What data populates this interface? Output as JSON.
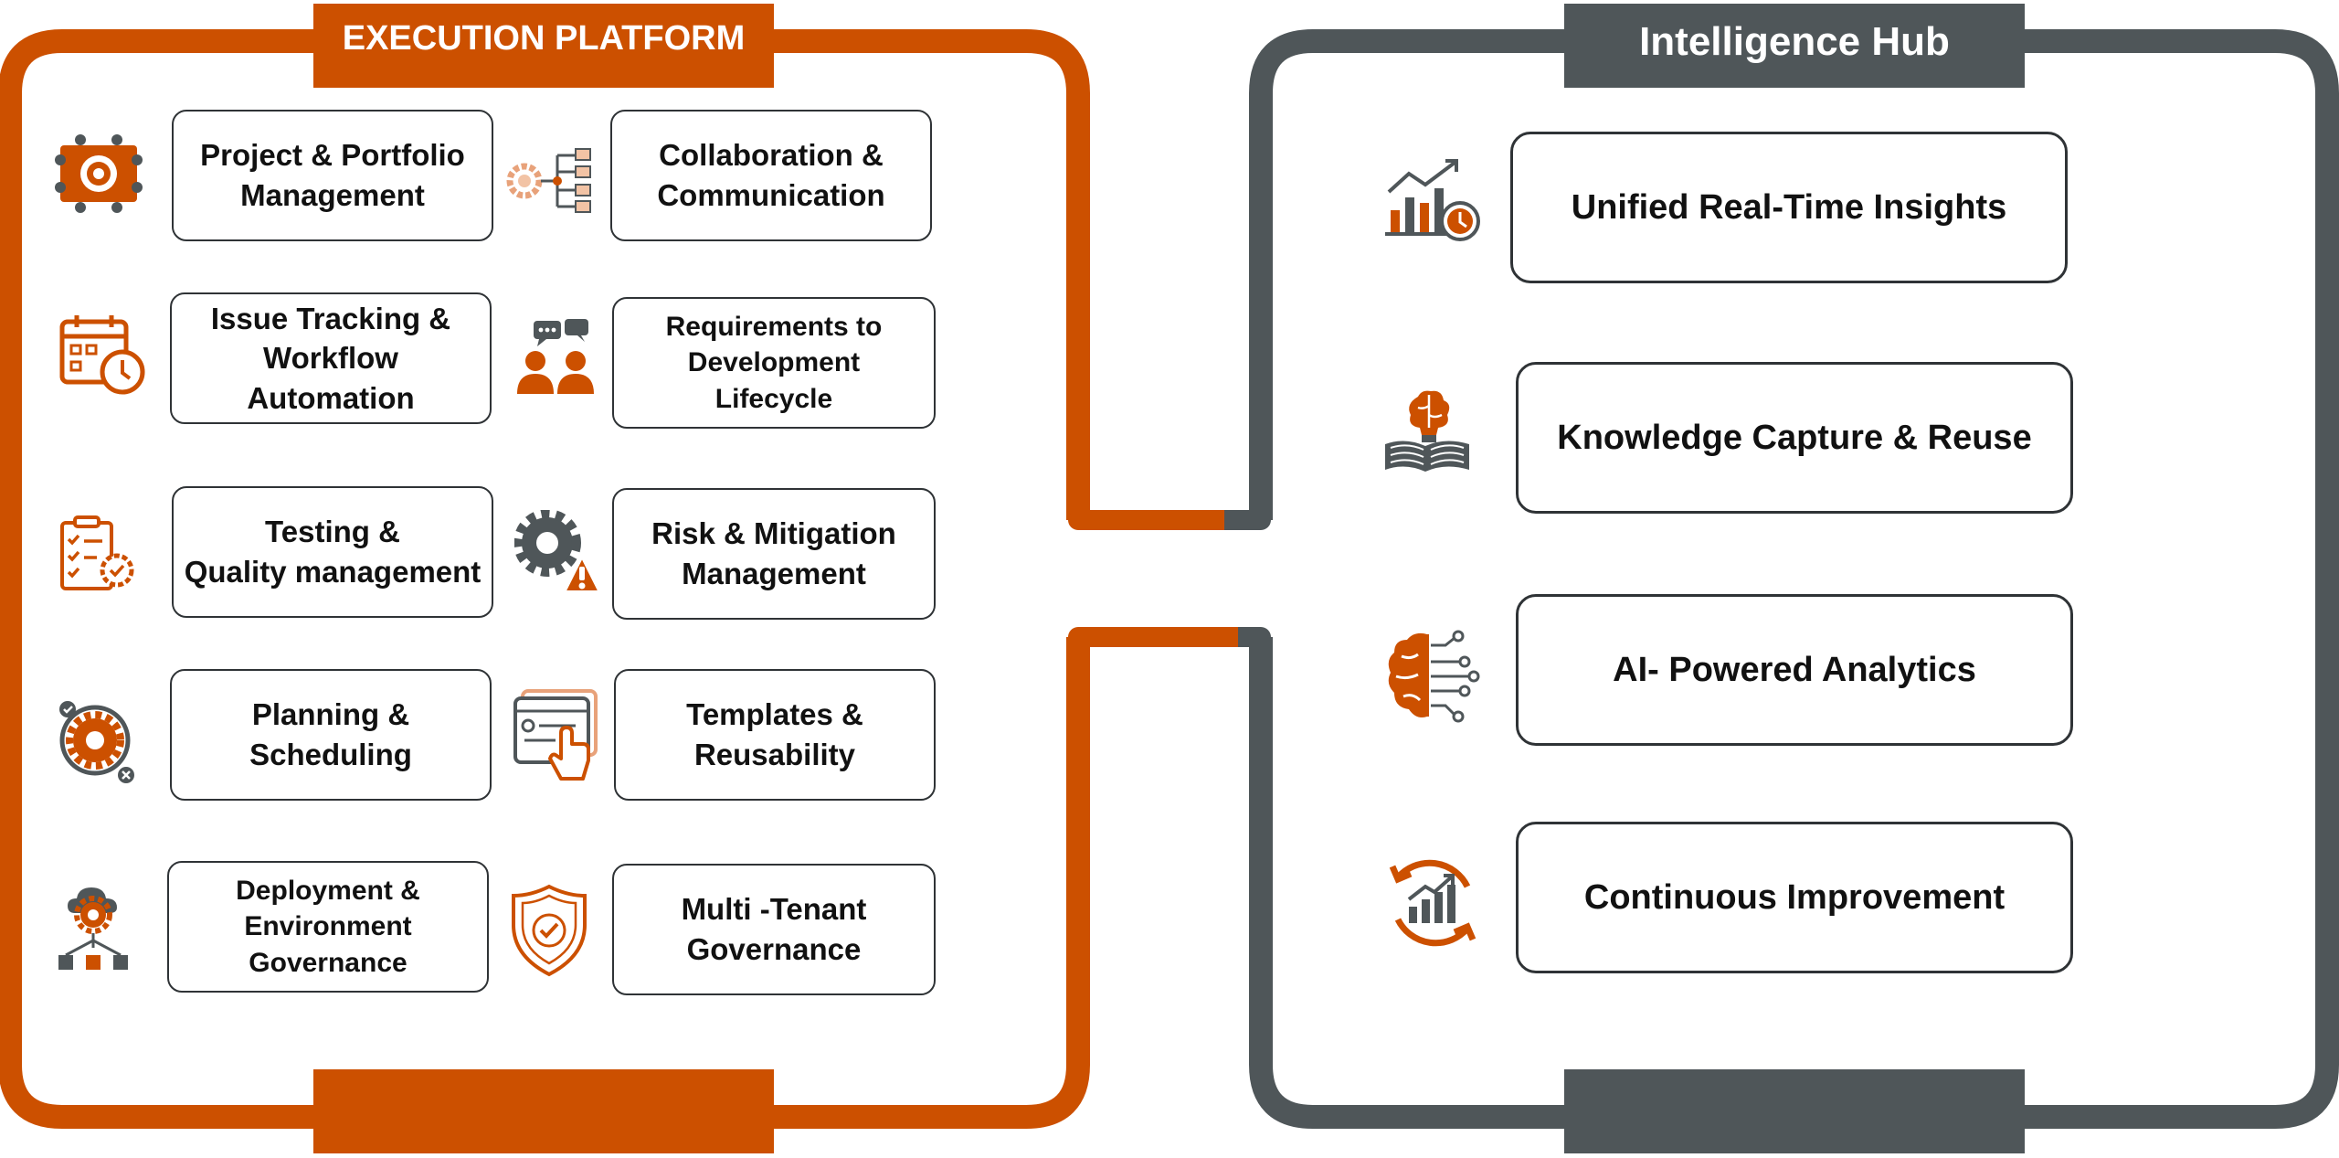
{
  "colors": {
    "orange": "#cc5000",
    "gray": "#4f5659",
    "text": "#111111"
  },
  "execution": {
    "title": "EXECUTION PLATFORM",
    "items": [
      {
        "label": "Project & Portfolio\nManagement",
        "icon": "gear-circuit-icon"
      },
      {
        "label": "Collaboration &\nCommunication",
        "icon": "gear-network-icon"
      },
      {
        "label": "Issue Tracking &\nWorkflow\nAutomation",
        "icon": "calendar-clock-icon"
      },
      {
        "label": "Requirements to\nDevelopment\nLifecycle",
        "icon": "team-chat-icon"
      },
      {
        "label": "Testing &\nQuality management",
        "icon": "checklist-gear-icon"
      },
      {
        "label": "Risk & Mitigation\nManagement",
        "icon": "gear-warning-icon"
      },
      {
        "label": "Planning &\nScheduling",
        "icon": "gear-cycle-icon"
      },
      {
        "label": "Templates &\nReusability",
        "icon": "template-click-icon"
      },
      {
        "label": "Deployment &\nEnvironment\nGovernance",
        "icon": "cloud-deploy-icon"
      },
      {
        "label": "Multi -Tenant\nGovernance",
        "icon": "shield-check-icon"
      }
    ]
  },
  "hub": {
    "title": "Intelligence Hub",
    "items": [
      {
        "label": "Unified Real-Time Insights",
        "icon": "chart-clock-icon"
      },
      {
        "label": "Knowledge Capture & Reuse",
        "icon": "brain-book-icon"
      },
      {
        "label": "AI- Powered Analytics",
        "icon": "ai-brain-icon"
      },
      {
        "label": "Continuous Improvement",
        "icon": "chart-cycle-icon"
      }
    ]
  }
}
